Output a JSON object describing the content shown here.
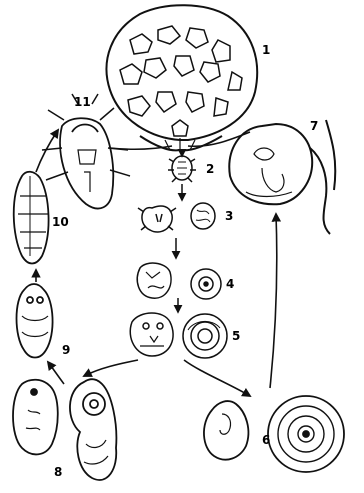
{
  "stage_labels": {
    "s1": "1",
    "s2": "2",
    "s3": "3",
    "s4": "4",
    "s5": "5",
    "s6": "6",
    "s7": "7",
    "s8": "8",
    "s9": "9",
    "s10": "10",
    "s11": "11"
  },
  "colors": {
    "ink": "#111111",
    "paper": "#ffffff"
  }
}
